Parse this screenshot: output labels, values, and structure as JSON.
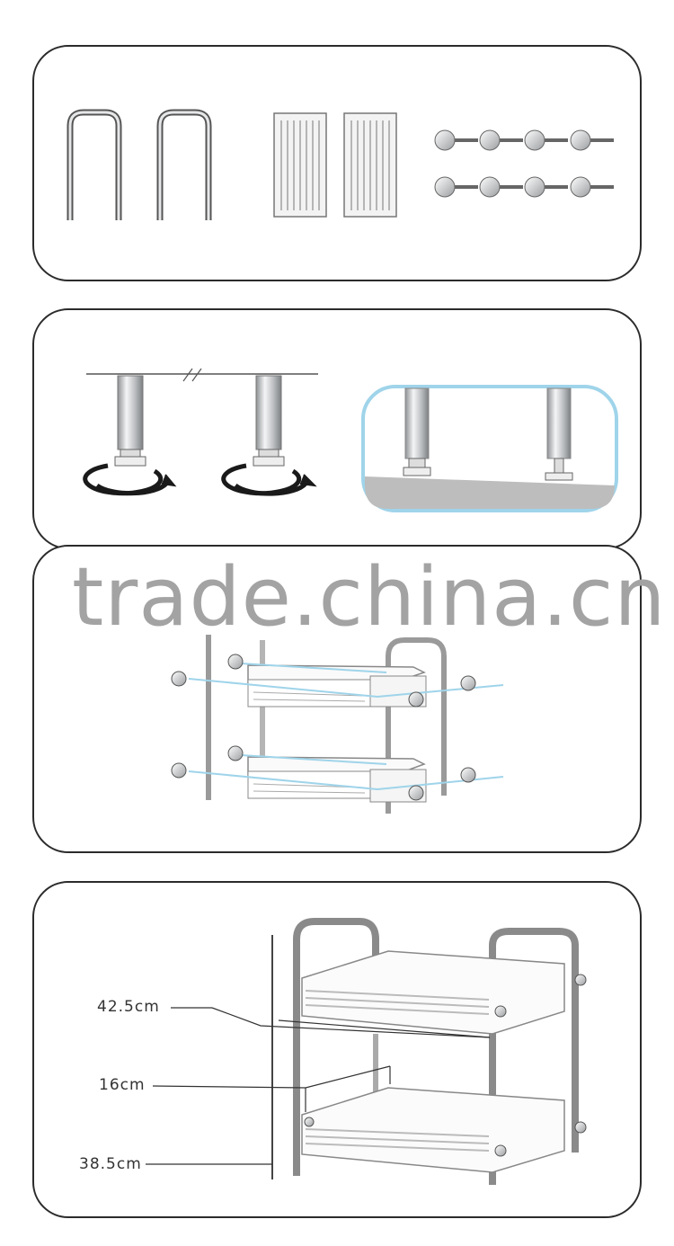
{
  "watermark": "trade.china.cn",
  "dimensions": {
    "width": "42.5cm",
    "tier_gap": "16cm",
    "depth": "38.5cm"
  },
  "colors": {
    "outline": "#2b2b2b",
    "metal": "#cfd1d3",
    "highlight": "#9fd4ea",
    "watermark": "#a3a3a3"
  }
}
